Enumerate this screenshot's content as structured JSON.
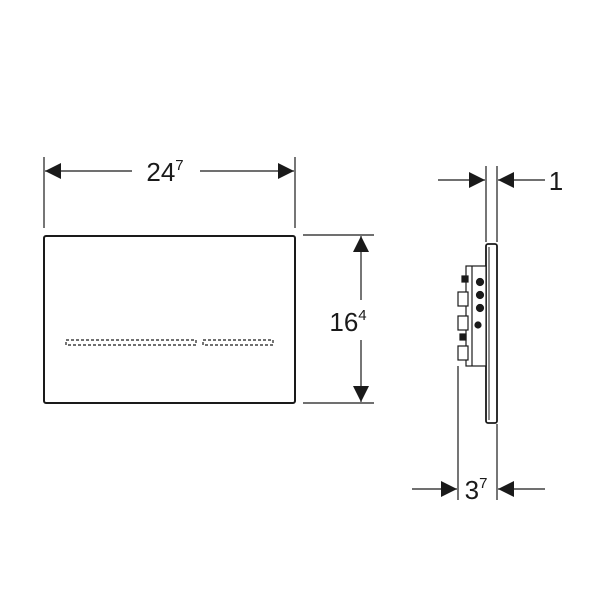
{
  "front_view": {
    "width_dimension": {
      "value": "24",
      "superscript": "7"
    },
    "height_dimension": {
      "value": "16",
      "superscript": "4"
    }
  },
  "side_view": {
    "plate_thickness_dimension": {
      "value": "1"
    },
    "total_depth_dimension": {
      "value": "3",
      "superscript": "7"
    }
  },
  "colors": {
    "line": "#1a1a1a",
    "background": "#ffffff"
  }
}
